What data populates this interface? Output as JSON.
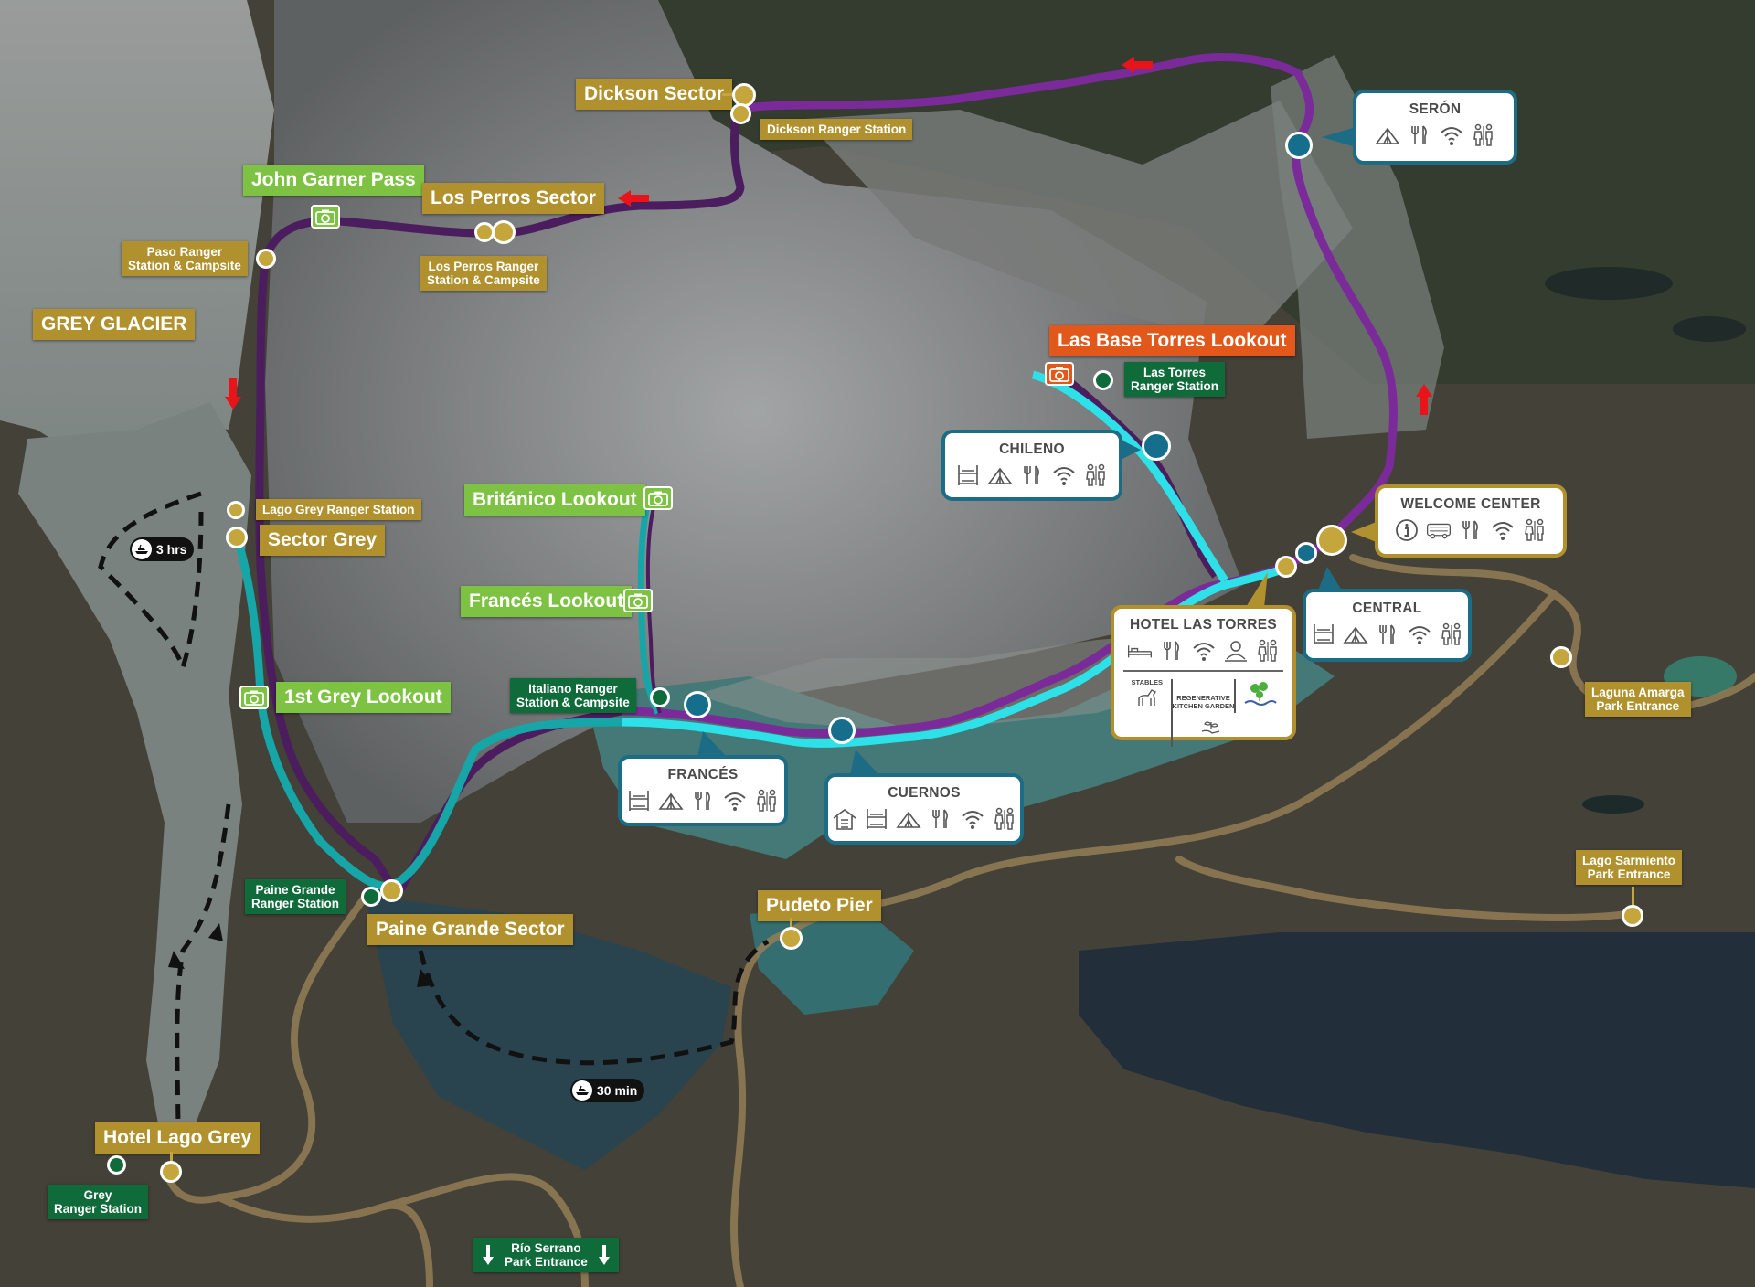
{
  "map": {
    "title": "Torres del Paine Trail Map",
    "colors": {
      "circuit_o": "#4b1c5e",
      "w_trek_purple": "#7b2a9a",
      "w_trek_cyan": "#2ee0e8",
      "w_trek_teal": "#16a6a8",
      "road": "#a88e62",
      "gold_label": "#b0912e",
      "lookout_green": "#7dc242",
      "ranger_green": "#0f6b3a",
      "orange_lookout": "#e2581a",
      "refugio_border": "#1d6c86",
      "direction_arrow": "#e8141a"
    },
    "region_labels": {
      "grey_glacier": "GREY GLACIER"
    },
    "sectors": {
      "dickson": "Dickson Sector",
      "los_perros": "Los Perros Sector",
      "sector_grey": "Sector Grey",
      "paine_grande": "Paine Grande Sector",
      "pudeto": "Pudeto Pier",
      "hotel_lago_grey": "Hotel Lago Grey"
    },
    "stations": {
      "dickson_ranger": "Dickson Ranger Station",
      "paso_ranger": "Paso Ranger\nStation & Campsite",
      "los_perros_ranger": "Los Perros Ranger\nStation & Campsite",
      "lago_grey_ranger": "Lago Grey Ranger Station",
      "las_torres_ranger": "Las Torres\nRanger Station",
      "italiano_ranger": "Italiano Ranger\nStation & Campsite",
      "paine_grande_ranger": "Paine Grande\nRanger Station",
      "grey_ranger": "Grey\nRanger Station"
    },
    "lookouts": {
      "john_garner": "John Garner Pass",
      "base_torres": "Las Base Torres Lookout",
      "britanico": "Británico Lookout",
      "frances": "Francés Lookout",
      "first_grey": "1st Grey Lookout"
    },
    "entrances": {
      "laguna_amarga": "Laguna Amarga\nPark Entrance",
      "lago_sarmiento": "Lago Sarmiento\nPark Entrance",
      "rio_serrano": "Río Serrano\nPark Entrance"
    },
    "ferries": {
      "grey": "3 hrs",
      "pehoe": "30 min"
    },
    "refugios": {
      "seron": {
        "title": "SERÓN",
        "icons": [
          "tent-icon",
          "dining-icon",
          "wifi-icon",
          "restroom-icon"
        ]
      },
      "chileno": {
        "title": "CHILENO",
        "icons": [
          "bunk-bed-icon",
          "tent-icon",
          "dining-icon",
          "wifi-icon",
          "restroom-icon"
        ]
      },
      "welcome_center": {
        "title": "WELCOME CENTER",
        "icons": [
          "info-icon",
          "bus-icon",
          "dining-icon",
          "wifi-icon",
          "restroom-icon"
        ]
      },
      "central": {
        "title": "CENTRAL",
        "icons": [
          "bunk-bed-icon",
          "tent-icon",
          "dining-icon",
          "wifi-icon",
          "restroom-icon"
        ]
      },
      "hotel_las_torres": {
        "title": "HOTEL LAS TORRES",
        "icons": [
          "bed-icon",
          "dining-icon",
          "wifi-icon",
          "spa-icon",
          "restroom-icon"
        ],
        "sub": {
          "stables": "STABLES",
          "garden": "REGENERATIVE\nKITCHEN GARDEN"
        }
      },
      "frances": {
        "title": "FRANCÉS",
        "icons": [
          "bunk-bed-icon",
          "tent-icon",
          "dining-icon",
          "wifi-icon",
          "restroom-icon"
        ]
      },
      "cuernos": {
        "title": "CUERNOS",
        "icons": [
          "cabin-icon",
          "bunk-bed-icon",
          "tent-icon",
          "dining-icon",
          "wifi-icon",
          "restroom-icon"
        ]
      }
    }
  }
}
